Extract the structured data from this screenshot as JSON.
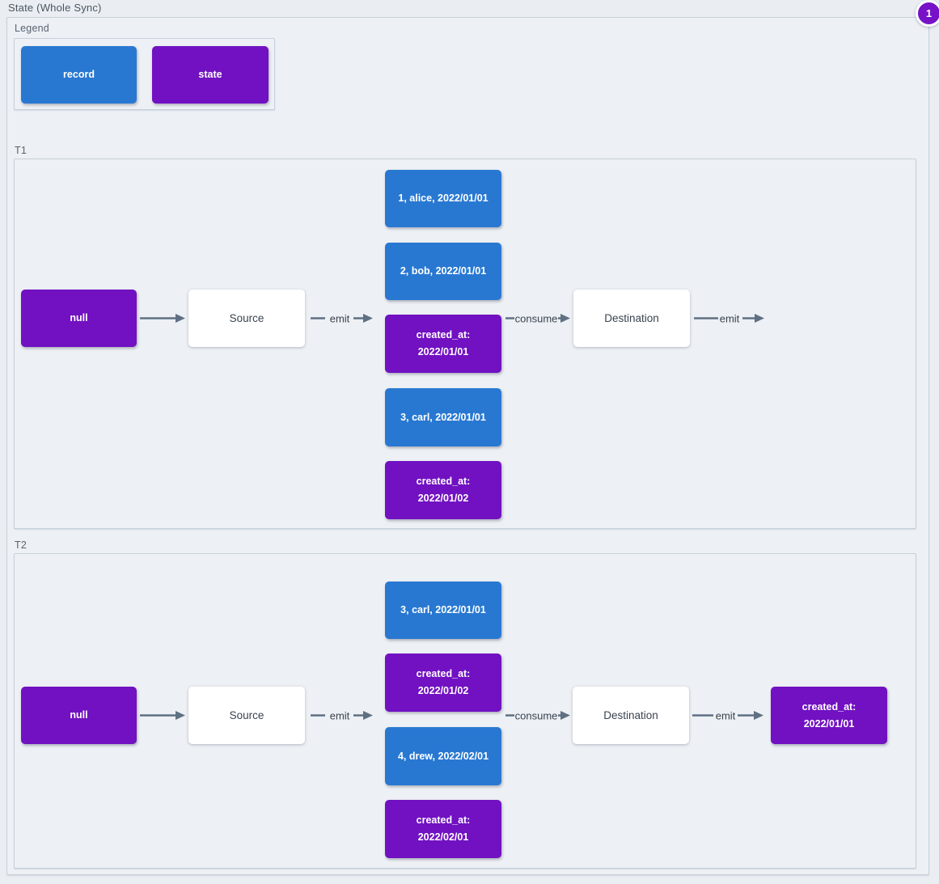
{
  "title": "State (Whole Sync)",
  "badge": "1",
  "colors": {
    "record": "#2878D2",
    "state": "#7111C2",
    "badge": "#7712C7",
    "arrow": "#5F7082",
    "frame_border": "#C7D0DA",
    "background": "#EAEEF2"
  },
  "legend": {
    "title": "Legend",
    "items": [
      {
        "type": "record",
        "label": "record"
      },
      {
        "type": "state",
        "label": "state"
      }
    ]
  },
  "sections": [
    {
      "label": "T1",
      "input_state": "null",
      "source": "Source",
      "destination": "Destination",
      "edges": {
        "emit_source": "emit",
        "consume": "consume",
        "emit_destination": "emit"
      },
      "stream": [
        {
          "type": "record",
          "text": "1, alice, 2022/01/01"
        },
        {
          "type": "record",
          "text": "2, bob, 2022/01/01"
        },
        {
          "type": "state",
          "text": "created_at: 2022/01/01"
        },
        {
          "type": "record",
          "text": "3, carl, 2022/01/01"
        },
        {
          "type": "state",
          "text": "created_at: 2022/01/02"
        }
      ]
    },
    {
      "label": "T2",
      "input_state": "null",
      "source": "Source",
      "destination": "Destination",
      "edges": {
        "emit_source": "emit",
        "consume": "consume",
        "emit_destination": "emit"
      },
      "stream": [
        {
          "type": "record",
          "text": "3, carl, 2022/01/01"
        },
        {
          "type": "state",
          "text": "created_at: 2022/01/02"
        },
        {
          "type": "record",
          "text": "4, drew, 2022/02/01"
        },
        {
          "type": "state",
          "text": "created_at: 2022/02/01"
        }
      ],
      "output_state": "created_at: 2022/01/01"
    }
  ]
}
